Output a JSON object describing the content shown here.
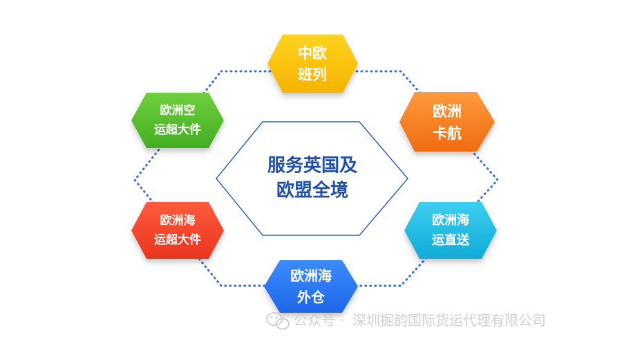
{
  "center": {
    "line1": "服务英国及",
    "line2": "欧盟全境"
  },
  "nodes": [
    {
      "id": "china-europe-rail",
      "line1": "中欧",
      "line2": "班列",
      "color_top": "#ffd21f",
      "color_bottom": "#f5b400"
    },
    {
      "id": "europe-truck",
      "line1": "欧洲",
      "line2": "卡航",
      "color_top": "#ff9a3c",
      "color_bottom": "#f06a12"
    },
    {
      "id": "europe-sea-direct",
      "line1": "欧洲海",
      "line2": "运直送",
      "color_top": "#3ccfef",
      "color_bottom": "#12a9d8"
    },
    {
      "id": "europe-overseas-warehouse",
      "line1": "欧洲海",
      "line2": "外仓",
      "color_top": "#3a8cff",
      "color_bottom": "#1f66e8"
    },
    {
      "id": "europe-sea-oversize",
      "line1": "欧洲海",
      "line2": "运超大件",
      "color_top": "#ff5a3c",
      "color_bottom": "#e8361f"
    },
    {
      "id": "europe-air-oversize",
      "line1": "欧洲空",
      "line2": "运超大件",
      "color_top": "#6fcf3c",
      "color_bottom": "#43ad22"
    }
  ],
  "watermark": {
    "prefix": "公众号 ·",
    "company": "深圳掘韵国际货运代理有限公司",
    "icon": "wechat-icon"
  },
  "colors": {
    "ring_dots": "#3b6fd6",
    "center_border": "#2c62c8",
    "center_text": "#1f4fa8"
  }
}
